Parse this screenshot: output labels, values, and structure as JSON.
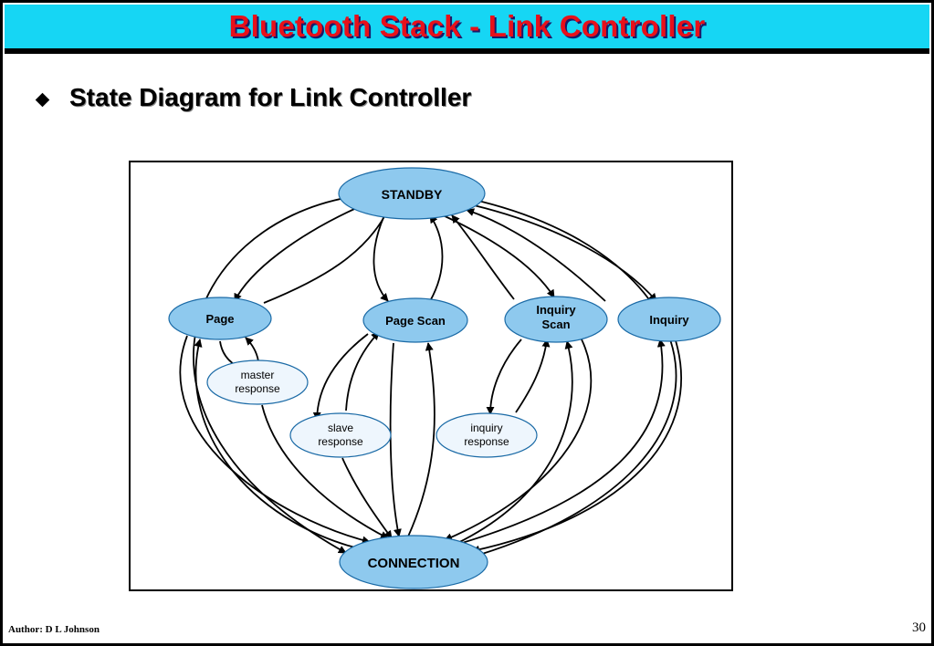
{
  "slide": {
    "title": "Bluetooth Stack - Link Controller",
    "bullet": "State Diagram for Link Controller",
    "author": "Author: D L Johnson",
    "page_number": "30"
  },
  "diagram": {
    "nodes": {
      "standby": "STANDBY",
      "page": "Page",
      "page_scan": "Page Scan",
      "inquiry_scan_1": "Inquiry",
      "inquiry_scan_2": "Scan",
      "inquiry": "Inquiry",
      "master_response_1": "master",
      "master_response_2": "response",
      "slave_response_1": "slave",
      "slave_response_2": "response",
      "inquiry_response_1": "inquiry",
      "inquiry_response_2": "response",
      "connection": "CONNECTION"
    },
    "colors": {
      "main_state": "#8ec9ee",
      "response_state": "#eef6fd",
      "title_bar": "#16d6f4",
      "title_text": "#e8101a"
    }
  }
}
